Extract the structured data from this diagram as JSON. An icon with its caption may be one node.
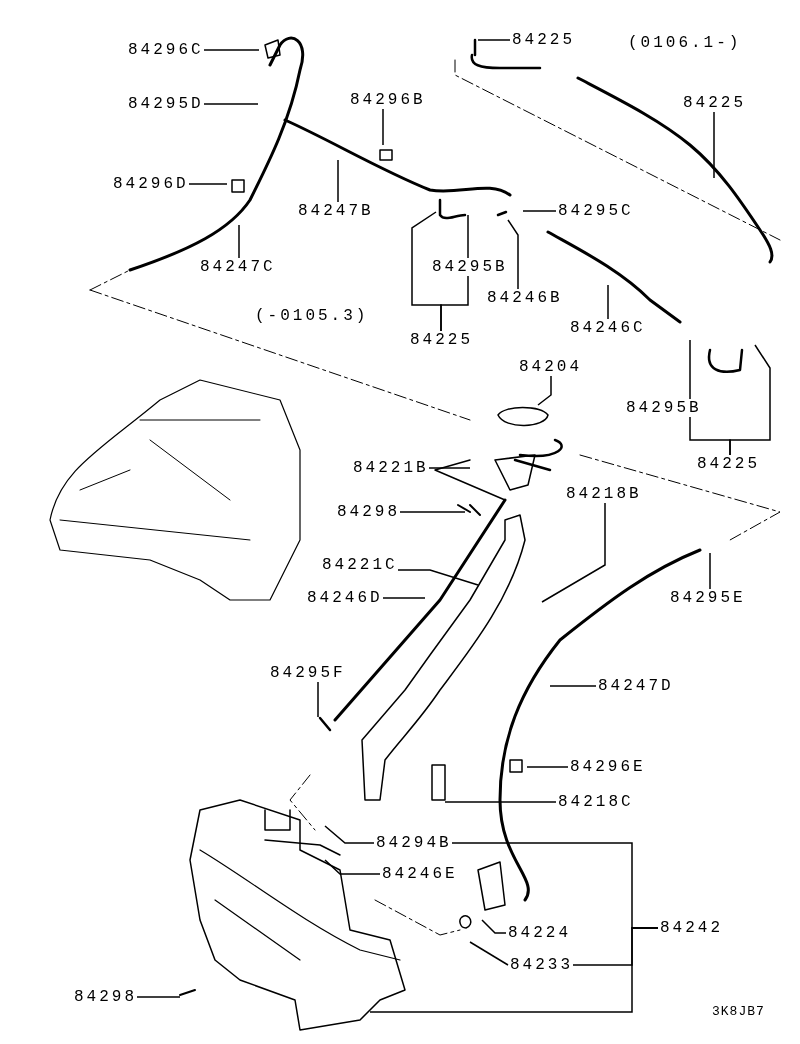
{
  "diagram": {
    "nodes": [
      {
        "text": [
          "84296C"
        ]
      },
      {
        "text": [
          "84225"
        ]
      },
      {
        "text": [
          "84295D"
        ]
      },
      {
        "text": [
          "84296B"
        ]
      },
      {
        "text": [
          "84225"
        ]
      },
      {
        "text": [
          "84296D"
        ]
      },
      {
        "text": [
          "84247B"
        ]
      },
      {
        "text": [
          "84295C"
        ]
      },
      {
        "text": [
          "84247C"
        ]
      },
      {
        "text": [
          "84295B"
        ]
      },
      {
        "text": [
          "84246B"
        ]
      },
      {
        "text": [
          "84225"
        ]
      },
      {
        "text": [
          "84246C"
        ]
      },
      {
        "text": [
          "84204"
        ]
      },
      {
        "text": [
          "84295B"
        ]
      },
      {
        "text": [
          "84225"
        ]
      },
      {
        "text": [
          "84221B"
        ]
      },
      {
        "text": [
          "84218B"
        ]
      },
      {
        "text": [
          "84298"
        ]
      },
      {
        "text": [
          "84295E"
        ]
      },
      {
        "text": [
          "84221C"
        ]
      },
      {
        "text": [
          "84246D"
        ]
      },
      {
        "text": [
          "84295F"
        ]
      },
      {
        "text": [
          "84247D"
        ]
      },
      {
        "text": [
          "84296E"
        ]
      },
      {
        "text": [
          "84218C"
        ]
      },
      {
        "text": [
          "84294B"
        ]
      },
      {
        "text": [
          "84246E"
        ]
      },
      {
        "text": [
          "84224"
        ]
      },
      {
        "text": [
          "84242"
        ]
      },
      {
        "text": [
          "84233"
        ]
      },
      {
        "text": [
          "84298"
        ]
      }
    ],
    "edges": [
      {
        "from": 0,
        "to": null,
        "arrow": "none"
      },
      {
        "from": 1,
        "to": null,
        "arrow": "none"
      },
      {
        "from": 2,
        "to": null,
        "arrow": "none"
      },
      {
        "from": 3,
        "to": null,
        "arrow": "none"
      },
      {
        "from": 4,
        "to": null,
        "arrow": "none"
      },
      {
        "from": 5,
        "to": null,
        "arrow": "none"
      },
      {
        "from": 6,
        "to": null,
        "arrow": "none"
      },
      {
        "from": 7,
        "to": null,
        "arrow": "none"
      },
      {
        "from": 8,
        "to": null,
        "arrow": "none"
      },
      {
        "from": 9,
        "to": null,
        "arrow": "none"
      },
      {
        "from": 10,
        "to": null,
        "arrow": "none"
      },
      {
        "from": 11,
        "to": null,
        "arrow": "none"
      },
      {
        "from": 11,
        "to": 9,
        "arrow": "none"
      },
      {
        "from": 12,
        "to": null,
        "arrow": "none"
      },
      {
        "from": 13,
        "to": null,
        "arrow": "none"
      },
      {
        "from": 14,
        "to": null,
        "arrow": "none"
      },
      {
        "from": 15,
        "to": 14,
        "arrow": "none"
      },
      {
        "from": 15,
        "to": null,
        "arrow": "none"
      },
      {
        "from": 16,
        "to": null,
        "arrow": "none"
      },
      {
        "from": 17,
        "to": null,
        "arrow": "none"
      },
      {
        "from": 18,
        "to": null,
        "arrow": "none"
      },
      {
        "from": 19,
        "to": null,
        "arrow": "none"
      },
      {
        "from": 20,
        "to": null,
        "arrow": "none"
      },
      {
        "from": 21,
        "to": null,
        "arrow": "none"
      },
      {
        "from": 22,
        "to": null,
        "arrow": "none"
      },
      {
        "from": 23,
        "to": null,
        "arrow": "none"
      },
      {
        "from": 24,
        "to": null,
        "arrow": "none"
      },
      {
        "from": 25,
        "to": null,
        "arrow": "none"
      },
      {
        "from": 26,
        "to": null,
        "arrow": "none"
      },
      {
        "from": 27,
        "to": null,
        "arrow": "none"
      },
      {
        "from": 28,
        "to": null,
        "arrow": "none"
      },
      {
        "from": 29,
        "to": 26,
        "arrow": "none"
      },
      {
        "from": 29,
        "to": 30,
        "arrow": "none"
      },
      {
        "from": 29,
        "to": null,
        "arrow": "none"
      },
      {
        "from": 30,
        "to": null,
        "arrow": "none"
      },
      {
        "from": 31,
        "to": null,
        "arrow": "none"
      }
    ],
    "labels": [
      "(0106.1-)",
      "(-0105.3)",
      "3K8JB7"
    ]
  }
}
